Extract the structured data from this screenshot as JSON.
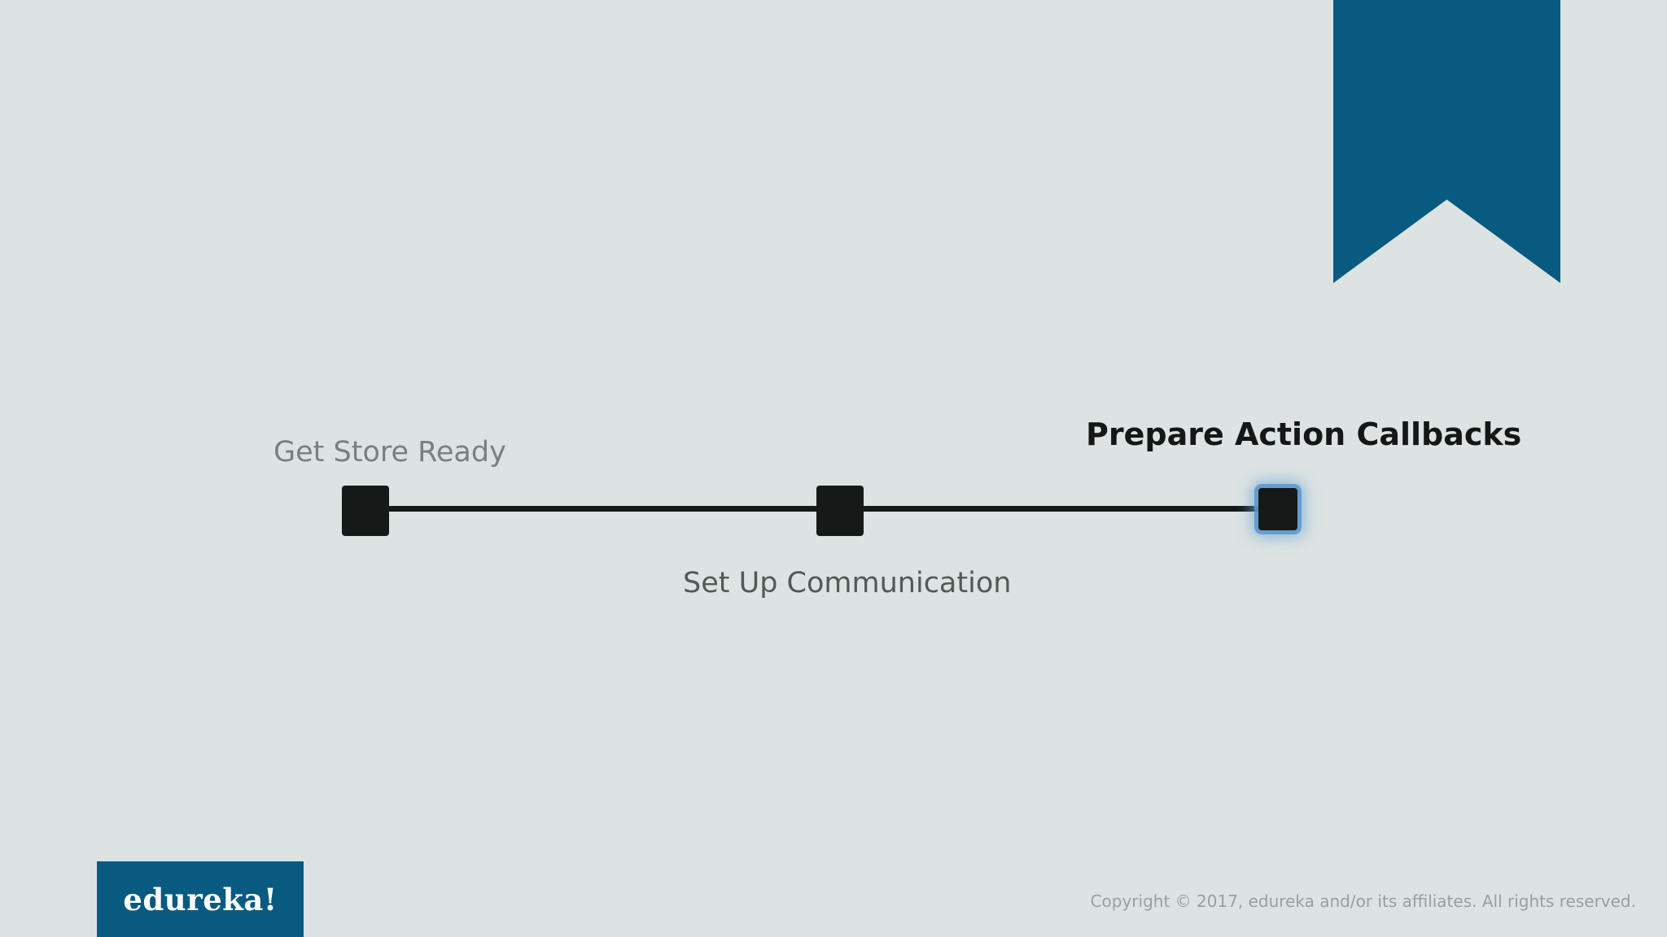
{
  "slide": {
    "steps": [
      {
        "label": "Get Store Ready",
        "state": "inactive"
      },
      {
        "label": "Set Up Communication",
        "state": "inactive"
      },
      {
        "label": "Prepare Action Callbacks",
        "state": "active"
      }
    ]
  },
  "footer": {
    "logo_text": "edureka!",
    "copyright": "Copyright © 2017, edureka and/or its affiliates. All rights reserved."
  },
  "colors": {
    "background": "#dde3e2",
    "brand_blue": "#085a81",
    "node": "#151918",
    "active_glow": "#5a96cd"
  }
}
